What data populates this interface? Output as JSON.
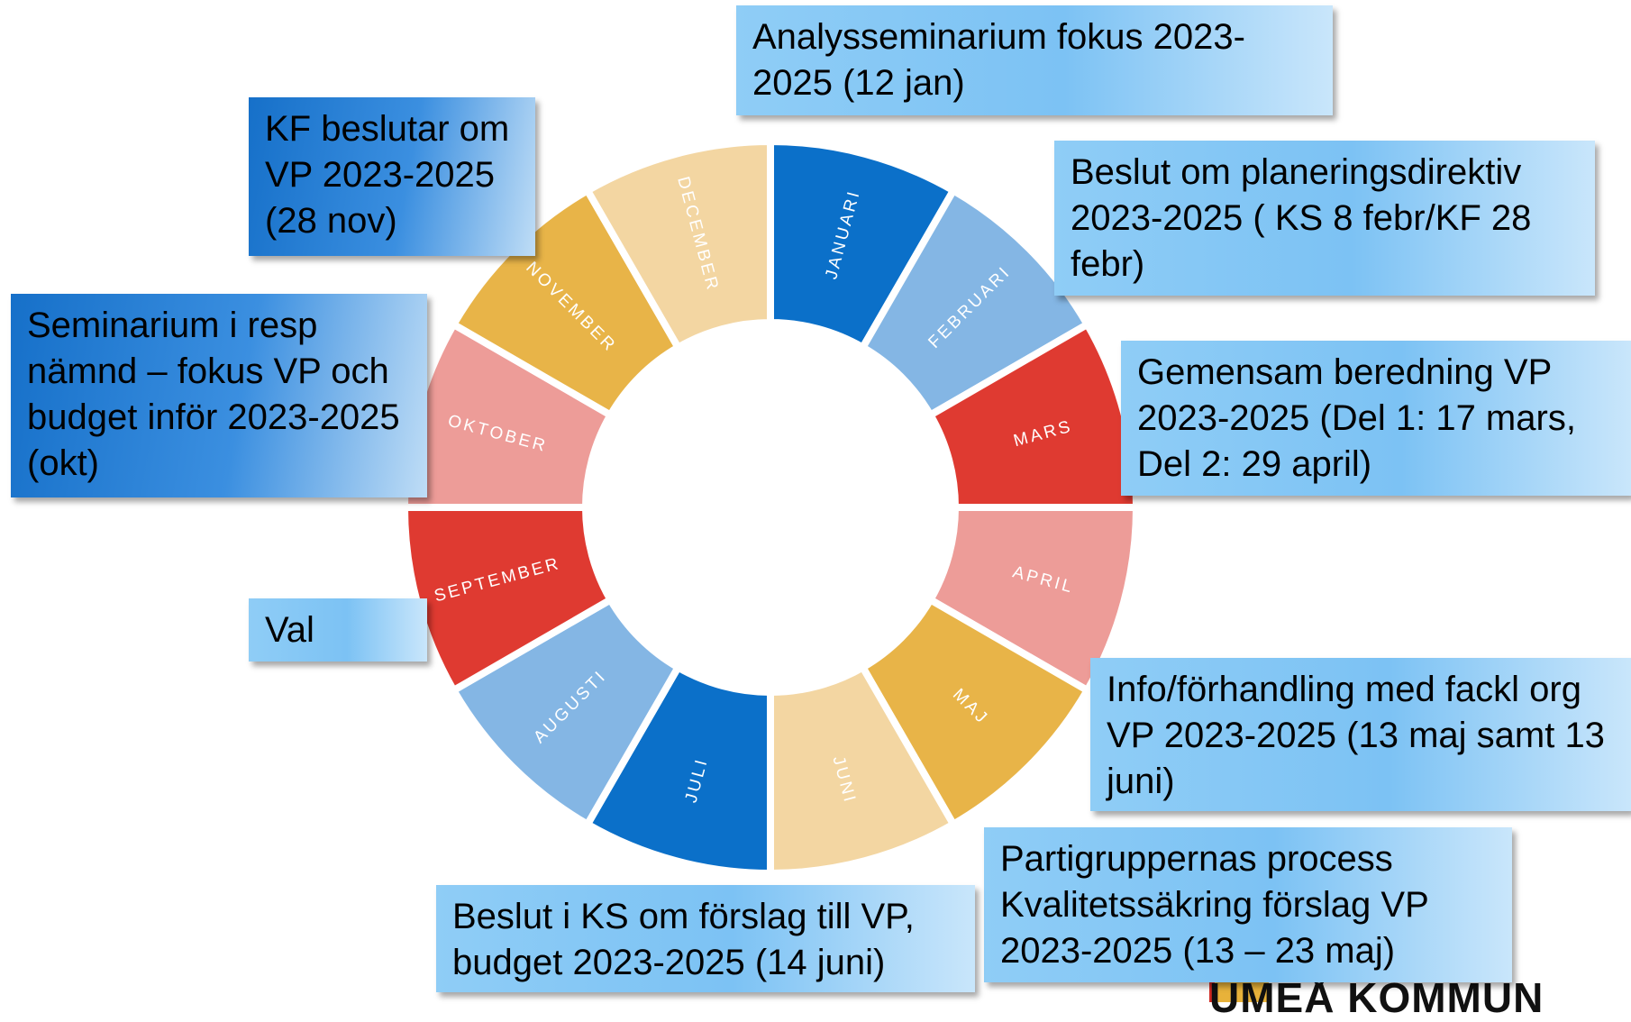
{
  "wheel": {
    "segments": [
      {
        "label": "JANUARI",
        "color": "#0b70c9"
      },
      {
        "label": "FEBRUARI",
        "color": "#84b6e4"
      },
      {
        "label": "MARS",
        "color": "#df3a31"
      },
      {
        "label": "APRIL",
        "color": "#ed9c98"
      },
      {
        "label": "MAJ",
        "color": "#e8b448"
      },
      {
        "label": "JUNI",
        "color": "#f3d6a2"
      },
      {
        "label": "JULI",
        "color": "#0b70c9"
      },
      {
        "label": "AUGUSTI",
        "color": "#84b6e4"
      },
      {
        "label": "SEPTEMBER",
        "color": "#df3a31"
      },
      {
        "label": "OKTOBER",
        "color": "#ed9c98"
      },
      {
        "label": "NOVEMBER",
        "color": "#e8b448"
      },
      {
        "label": "DECEMBER",
        "color": "#f3d6a2"
      }
    ]
  },
  "callouts": {
    "analysseminarium": "Analysseminarium fokus 2023-2025 (12 jan)",
    "planeringsdirektiv": "Beslut om  planeringsdirektiv 2023-2025 ( KS 8 febr/KF 28 febr)",
    "gemensam_beredning": "Gemensam beredning VP 2023-2025 (Del 1: 17 mars, Del 2: 29 april)",
    "info_forhandling": "Info/förhandling med fackl org VP 2023-2025 (13 maj samt 13 juni)",
    "partigruppernas": "Partigruppernas process Kvalitetssäkring förslag VP 2023-2025 (13 – 23 maj)",
    "beslut_ks": "Beslut i KS om förslag till VP, budget 2023-2025 (14 juni)",
    "val": "Val",
    "seminarium_namnd": "Seminarium i resp nämnd – fokus VP och budget inför 2023-2025 (okt)",
    "kf_beslutar": "KF beslutar om VP 2023-2025 (28 nov)"
  },
  "logo": {
    "text": "UMEÅ KOMMUN"
  }
}
